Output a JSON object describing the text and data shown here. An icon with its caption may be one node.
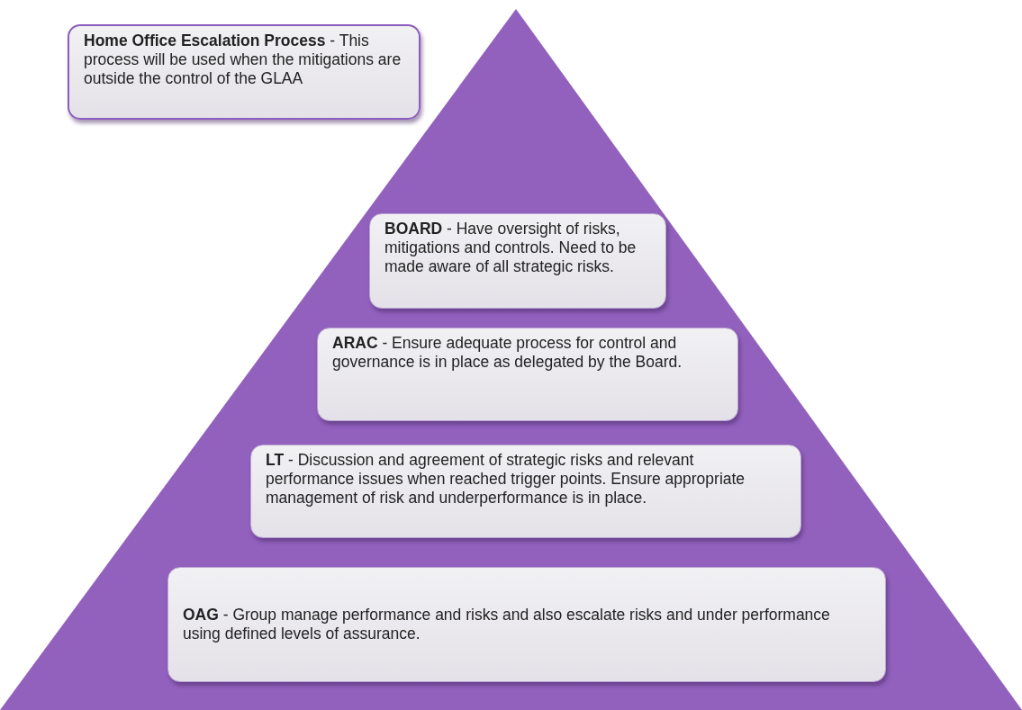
{
  "diagram": {
    "nodes": [
      {
        "text": [
          "**Home Office Escalation Process** - This process will be used when the mitigations are outside the control of the GLAA"
        ]
      },
      {
        "text": [],
        "shape": "triangle"
      },
      {
        "text": [
          "**BOARD** - Have oversight of risks, mitigations and controls. Need to be made aware of all strategic risks."
        ],
        "in": 1
      },
      {
        "text": [
          "**ARAC** - Ensure adequate process for control and governance is in place as delegated by the Board."
        ],
        "in": 1
      },
      {
        "text": [
          "**LT** - Discussion and agreement of strategic risks and relevant performance issues when reached trigger points. Ensure appropriate management of risk and underperformance is in place."
        ],
        "in": 1
      },
      {
        "text": [
          "**OAG** - Group manage performance and risks and also escalate risks and under performance using defined levels of assurance."
        ],
        "in": 1
      }
    ]
  }
}
